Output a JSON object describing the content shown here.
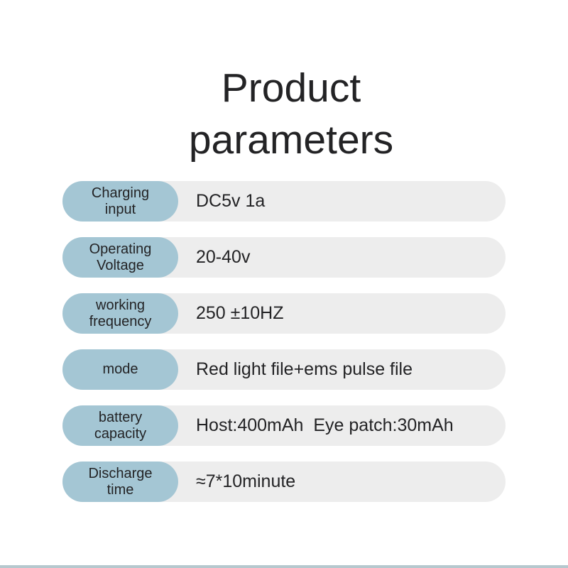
{
  "title": "Product\nparameters",
  "theme": {
    "bg": "#ffffff",
    "pill-blue": "#a4c6d4",
    "track-gray": "#ededed",
    "text-dark": "#232325",
    "accent-bar": "#b6c8ce"
  },
  "rows": [
    {
      "label": "Charging\ninput",
      "value": "DC5v 1a"
    },
    {
      "label": "Operating\nVoltage",
      "value": "20-40v"
    },
    {
      "label": "working\nfrequency",
      "value": "250 ±10HZ"
    },
    {
      "label": "mode",
      "value": "Red light file+ems pulse file"
    },
    {
      "label": "battery\ncapacity",
      "value": "Host:400mAh  Eye patch:30mAh"
    },
    {
      "label": "Discharge\ntime",
      "value": "≈7*10minute"
    }
  ]
}
